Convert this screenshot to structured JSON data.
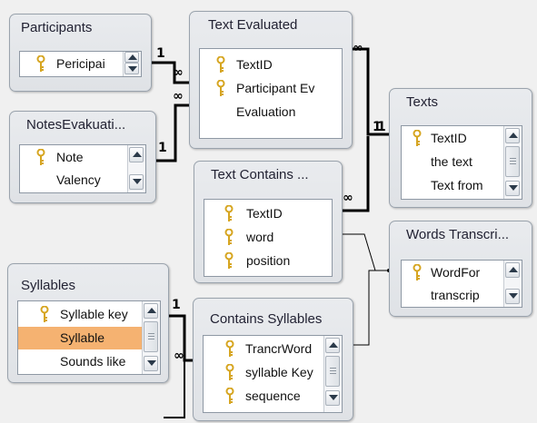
{
  "tables": {
    "participants": {
      "title": "Participants",
      "fields": [
        {
          "label": "Pericipai",
          "key": true
        }
      ]
    },
    "text_evaluated": {
      "title": "Text Evaluated",
      "fields": [
        {
          "label": "TextID",
          "key": true
        },
        {
          "label": "Participant Ev",
          "key": true
        },
        {
          "label": "Evaluation",
          "key": false
        }
      ]
    },
    "notes_evaluation": {
      "title": "NotesEvakuati...",
      "fields": [
        {
          "label": "Note",
          "key": true
        },
        {
          "label": "Valency",
          "key": false
        }
      ]
    },
    "texts": {
      "title": "Texts",
      "fields": [
        {
          "label": "TextID",
          "key": true
        },
        {
          "label": "the text",
          "key": false
        },
        {
          "label": "Text from",
          "key": false
        }
      ]
    },
    "text_contains": {
      "title": "Text Contains ...",
      "fields": [
        {
          "label": "TextID",
          "key": true
        },
        {
          "label": "word",
          "key": true
        },
        {
          "label": "position",
          "key": true
        }
      ]
    },
    "words_transcription": {
      "title": "Words Transcri...",
      "fields": [
        {
          "label": "WordFor",
          "key": true
        },
        {
          "label": "transcrip",
          "key": false
        }
      ]
    },
    "syllables": {
      "title": "Syllables",
      "fields": [
        {
          "label": "Syllable key",
          "key": true
        },
        {
          "label": "Syllable",
          "key": false,
          "selected": true
        },
        {
          "label": "Sounds like",
          "key": false
        }
      ]
    },
    "contains_syllables": {
      "title": "Contains Syllables",
      "fields": [
        {
          "label": "TrancrWord",
          "key": true
        },
        {
          "label": "syllable Key",
          "key": true
        },
        {
          "label": "sequence",
          "key": true
        }
      ]
    }
  },
  "cardinality": {
    "one": "1",
    "many": "∞"
  },
  "colors": {
    "background": "#f0f0f0",
    "selected_row": "#f5b271",
    "key_icon": "#d6a520",
    "line": "#000000"
  },
  "icons": {
    "key": "key-icon",
    "scroll_up": "arrow-up-icon",
    "scroll_down": "arrow-down-icon"
  }
}
